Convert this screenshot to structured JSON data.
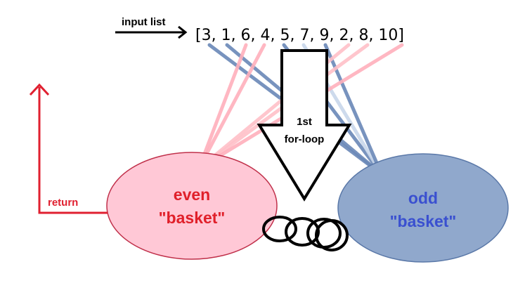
{
  "labels": {
    "input_list": "input list",
    "list_text": "[3, 1, 6, 4, 5, 7, 9, 2, 8, 10]",
    "loop_line1": "1st",
    "loop_line2": "for-loop",
    "return": "return",
    "even_line1": "even",
    "even_line2": "\"basket\"",
    "odd_line1": "odd",
    "odd_line2": "\"basket\""
  },
  "list_values": [
    3,
    1,
    6,
    4,
    5,
    7,
    9,
    2,
    8,
    10
  ],
  "colors": {
    "even_fill": "#ffc8d6",
    "even_stroke": "#c0304a",
    "odd_fill": "#90a8cc",
    "odd_stroke": "#5a78a8",
    "even_text": "#e0202a",
    "odd_text": "#3a50d0",
    "return_arrow": "#e02030",
    "even_line": "#ffb0bc",
    "odd_line": "#6a88b8",
    "black": "#000000"
  }
}
